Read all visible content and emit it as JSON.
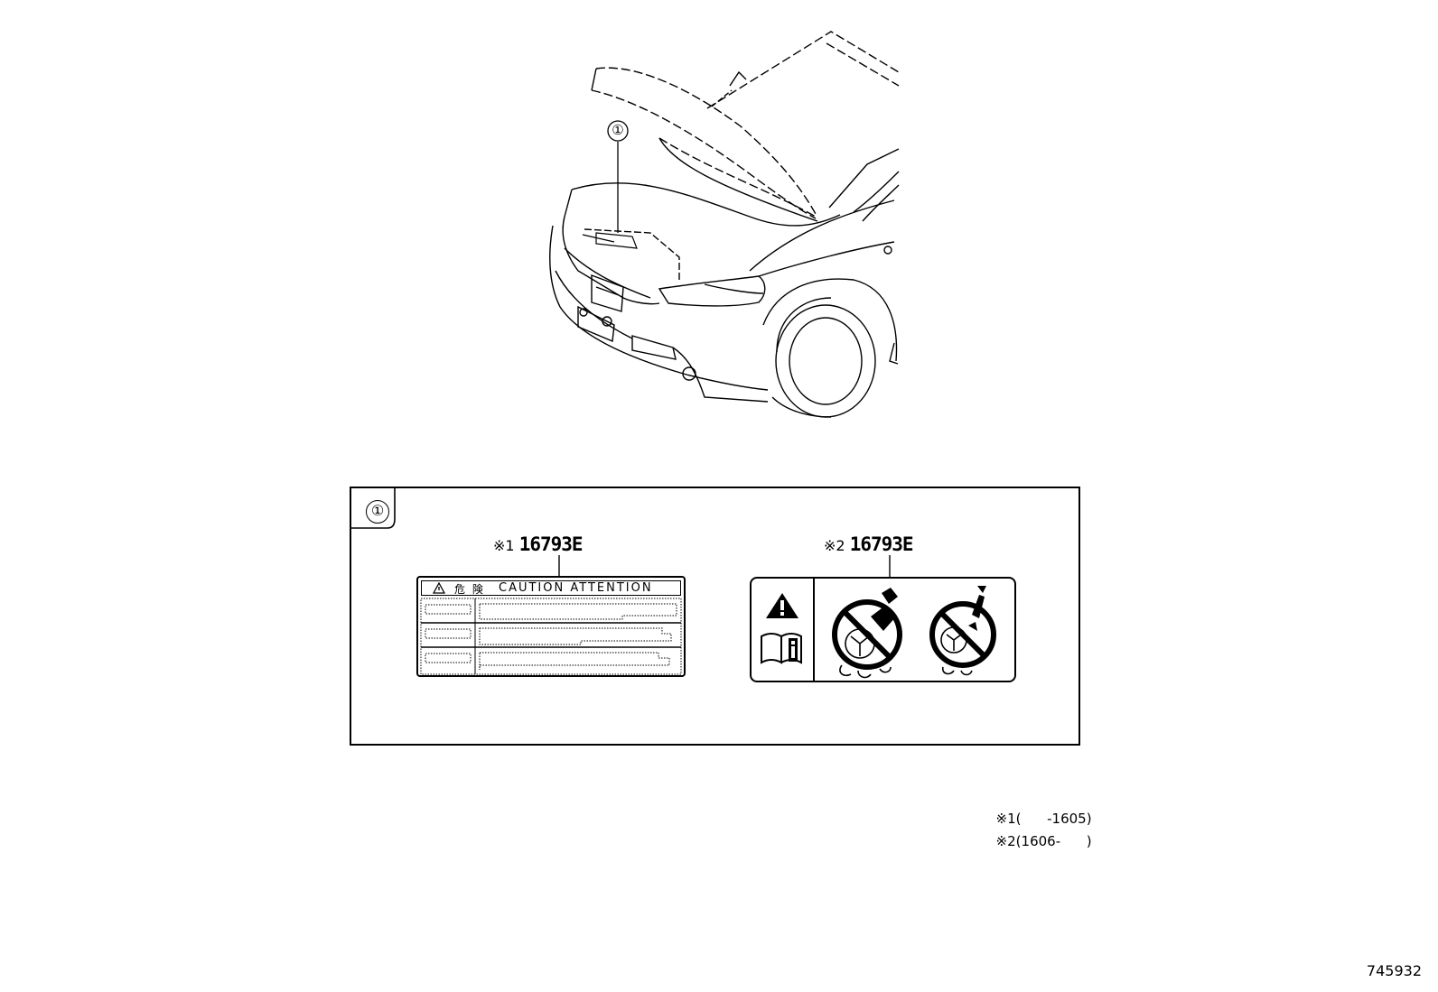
{
  "callout": {
    "number": "①"
  },
  "detail": {
    "tab_number": "①",
    "parts": [
      {
        "marker": "※1",
        "part_number": "16793E"
      },
      {
        "marker": "※2",
        "part_number": "16793E"
      }
    ],
    "label1": {
      "header_symbols": "危 険",
      "header_text": "CAUTION  ATTENTION"
    }
  },
  "footnotes": [
    {
      "marker": "※1",
      "range": "(      -1605)"
    },
    {
      "marker": "※2",
      "range": "(1606-      )"
    }
  ],
  "diagram_id": "745932",
  "icons": [
    "warning-triangle-icon",
    "manual-info-icon",
    "no-hand-fan-icon",
    "no-tool-fan-icon"
  ]
}
